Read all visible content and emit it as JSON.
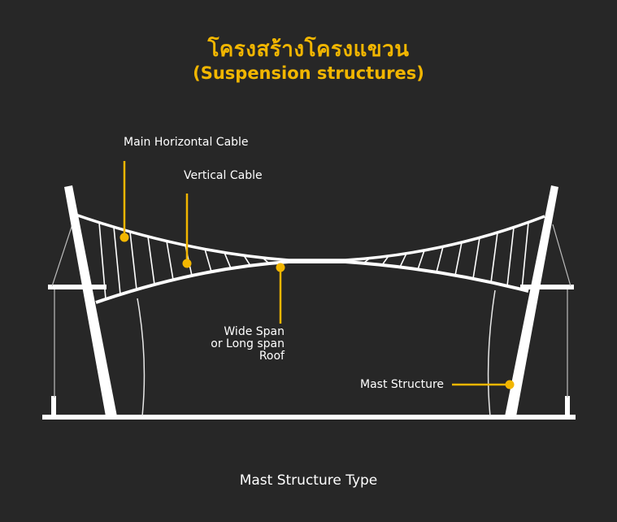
{
  "title": {
    "thai": "โครงสร้างโครงแขวน",
    "english": "(Suspension structures)"
  },
  "labels": {
    "main_horizontal_cable": "Main Horizontal Cable",
    "vertical_cable": "Vertical Cable",
    "wide_span": [
      "Wide Span",
      "or Long span",
      "Roof"
    ],
    "mast_structure": "Mast Structure"
  },
  "caption": "Mast Structure Type",
  "colors": {
    "background": "#272727",
    "accent": "#f2b600",
    "structure": "#ffffff"
  }
}
